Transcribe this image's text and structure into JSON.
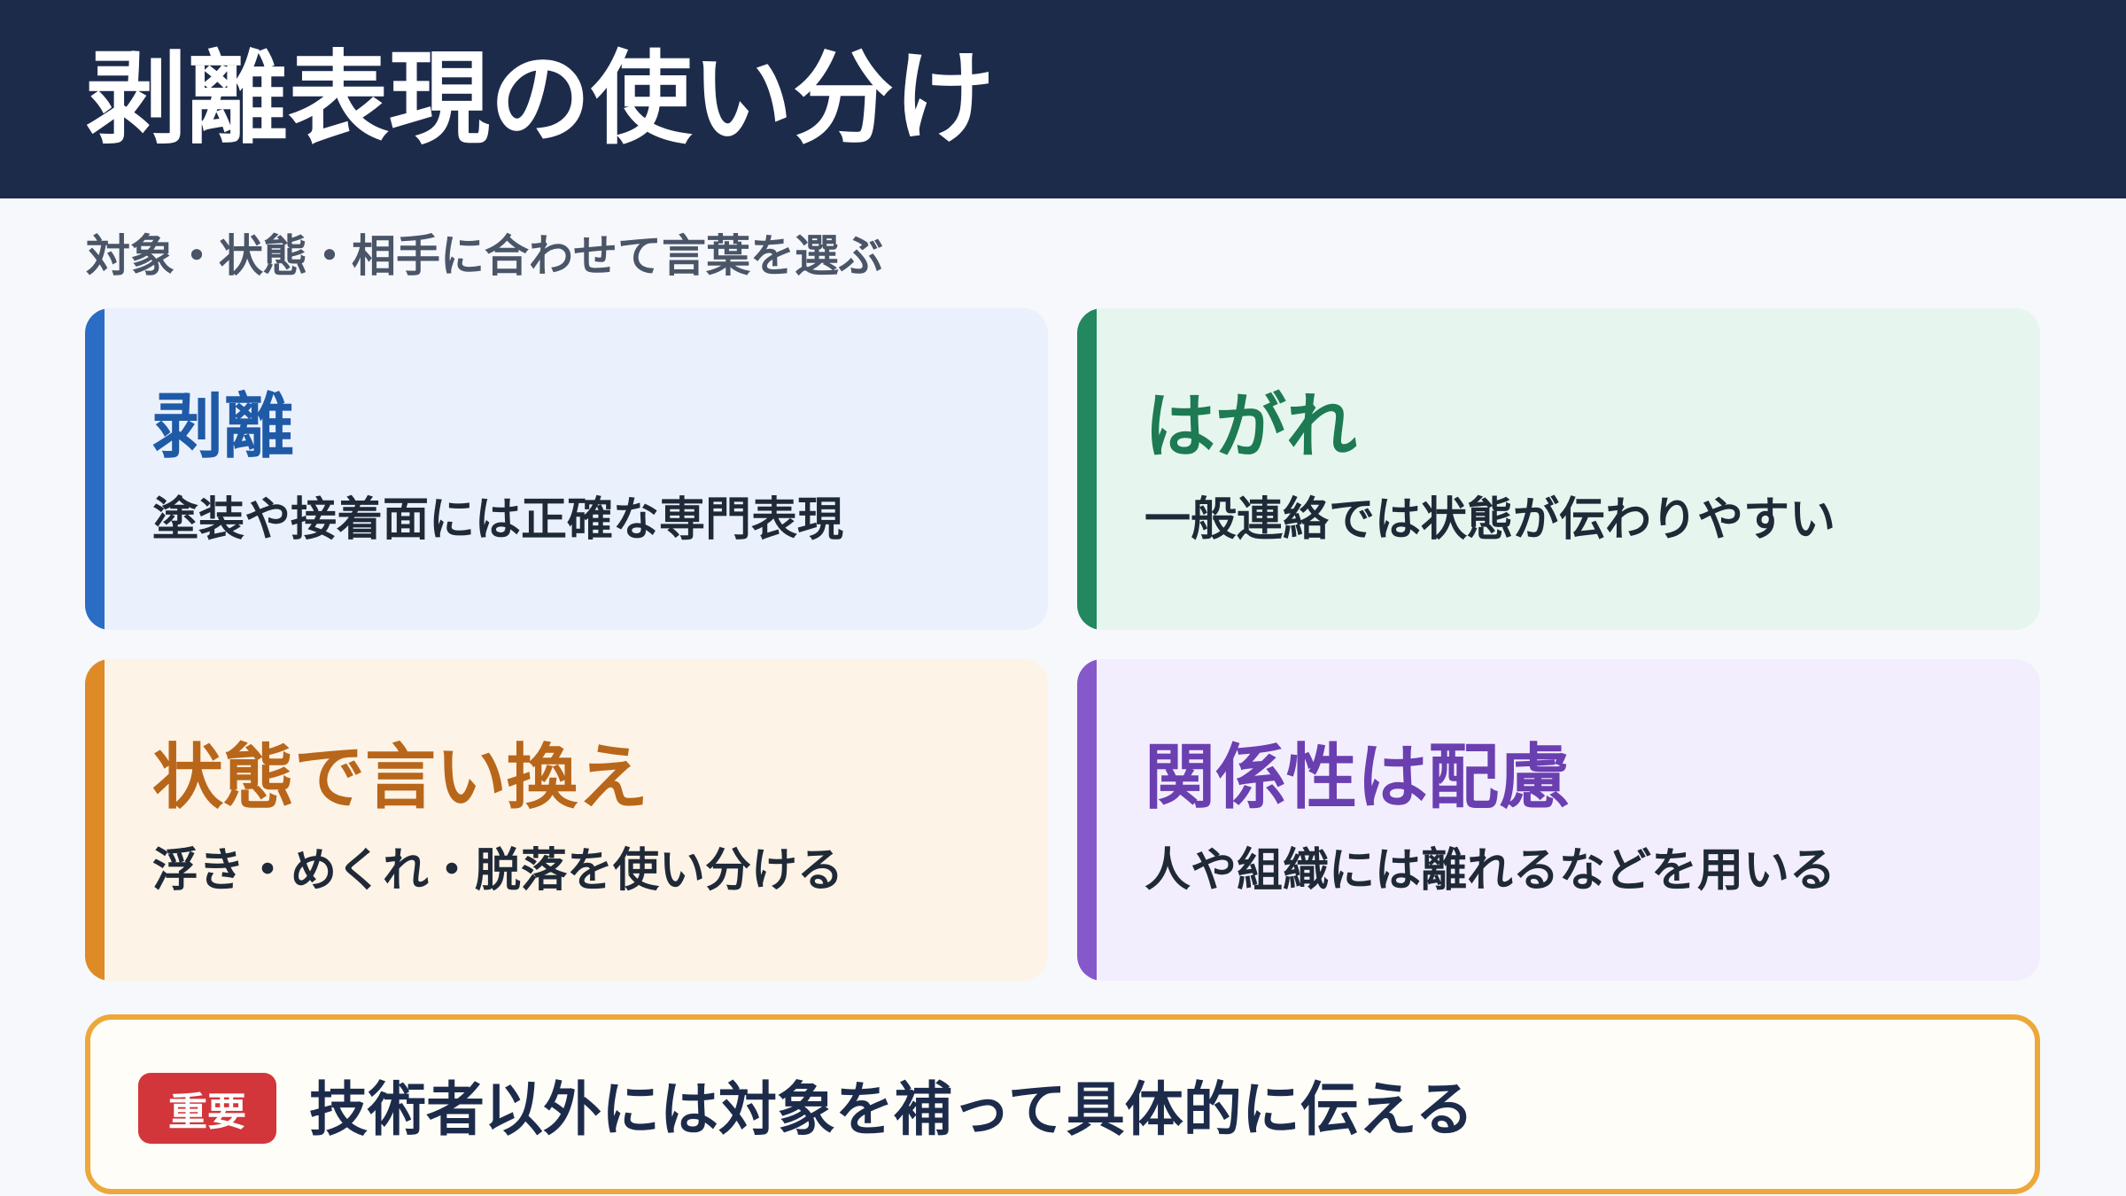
{
  "header": {
    "title": "剥離表現の使い分け"
  },
  "subtitle": "対象・状態・相手に合わせて言葉を選ぶ",
  "cards": [
    {
      "title": "剥離",
      "description": "塗装や接着面には正確な専門表現",
      "accent": "#2b6cc4"
    },
    {
      "title": "はがれ",
      "description": "一般連絡では状態が伝わりやすい",
      "accent": "#23875f"
    },
    {
      "title": "状態で言い換え",
      "description": "浮き・めくれ・脱落を使い分ける",
      "accent": "#dd8a27"
    },
    {
      "title": "関係性は配慮",
      "description": "人や組織には離れるなどを用いる",
      "accent": "#8559c9"
    }
  ],
  "note": {
    "badge": "重要",
    "text": "技術者以外には対象を補って具体的に伝える",
    "border_color": "#eda83a",
    "badge_color": "#d2363a"
  }
}
